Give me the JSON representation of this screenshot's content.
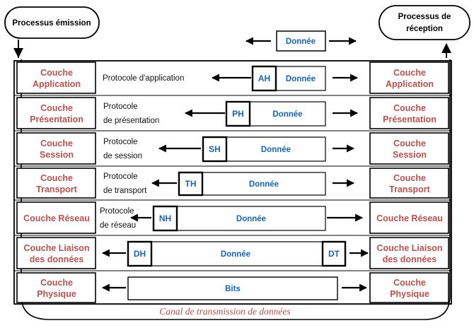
{
  "processes": {
    "emission": "Processus émission",
    "reception_line1": "Processus de",
    "reception_line2": "réception"
  },
  "top_data": "Donnée",
  "channel": "Canal de transmission de données",
  "layers": [
    {
      "left_1": "Couche",
      "left_2": "Application",
      "right_1": "Couche",
      "right_2": "Application",
      "proto_1": "Protocole d'application",
      "proto_2": "",
      "header": "AH",
      "data": "Donnée",
      "trailer": ""
    },
    {
      "left_1": "Couche",
      "left_2": "Présentation",
      "right_1": "Couche",
      "right_2": "Présentation",
      "proto_1": "Protocole",
      "proto_2": "de présentation",
      "header": "PH",
      "data": "Donnée",
      "trailer": ""
    },
    {
      "left_1": "Couche",
      "left_2": "Session",
      "right_1": "Couche",
      "right_2": "Session",
      "proto_1": "Protocole",
      "proto_2": "de session",
      "header": "SH",
      "data": "Donnée",
      "trailer": ""
    },
    {
      "left_1": "Couche",
      "left_2": "Transport",
      "right_1": "Couche",
      "right_2": "Transport",
      "proto_1": "Protocole",
      "proto_2": "de transport",
      "header": "TH",
      "data": "Donnée",
      "trailer": ""
    },
    {
      "left_1": "Couche Réseau",
      "left_2": "",
      "right_1": "Couche Réseau",
      "right_2": "",
      "proto_1": "Protocole",
      "proto_2": "de réseau",
      "header": "NH",
      "data": "Donnée",
      "trailer": ""
    },
    {
      "left_1": "Couche Liaison",
      "left_2": "des données",
      "right_1": "Couche Liaison",
      "right_2": "des données",
      "proto_1": "",
      "proto_2": "",
      "header": "DH",
      "data": "Donnée",
      "trailer": "DT"
    },
    {
      "left_1": "Couche",
      "left_2": "Physique",
      "right_1": "Couche",
      "right_2": "Physique",
      "proto_1": "",
      "proto_2": "",
      "header": "",
      "data": "Bits",
      "trailer": ""
    }
  ]
}
